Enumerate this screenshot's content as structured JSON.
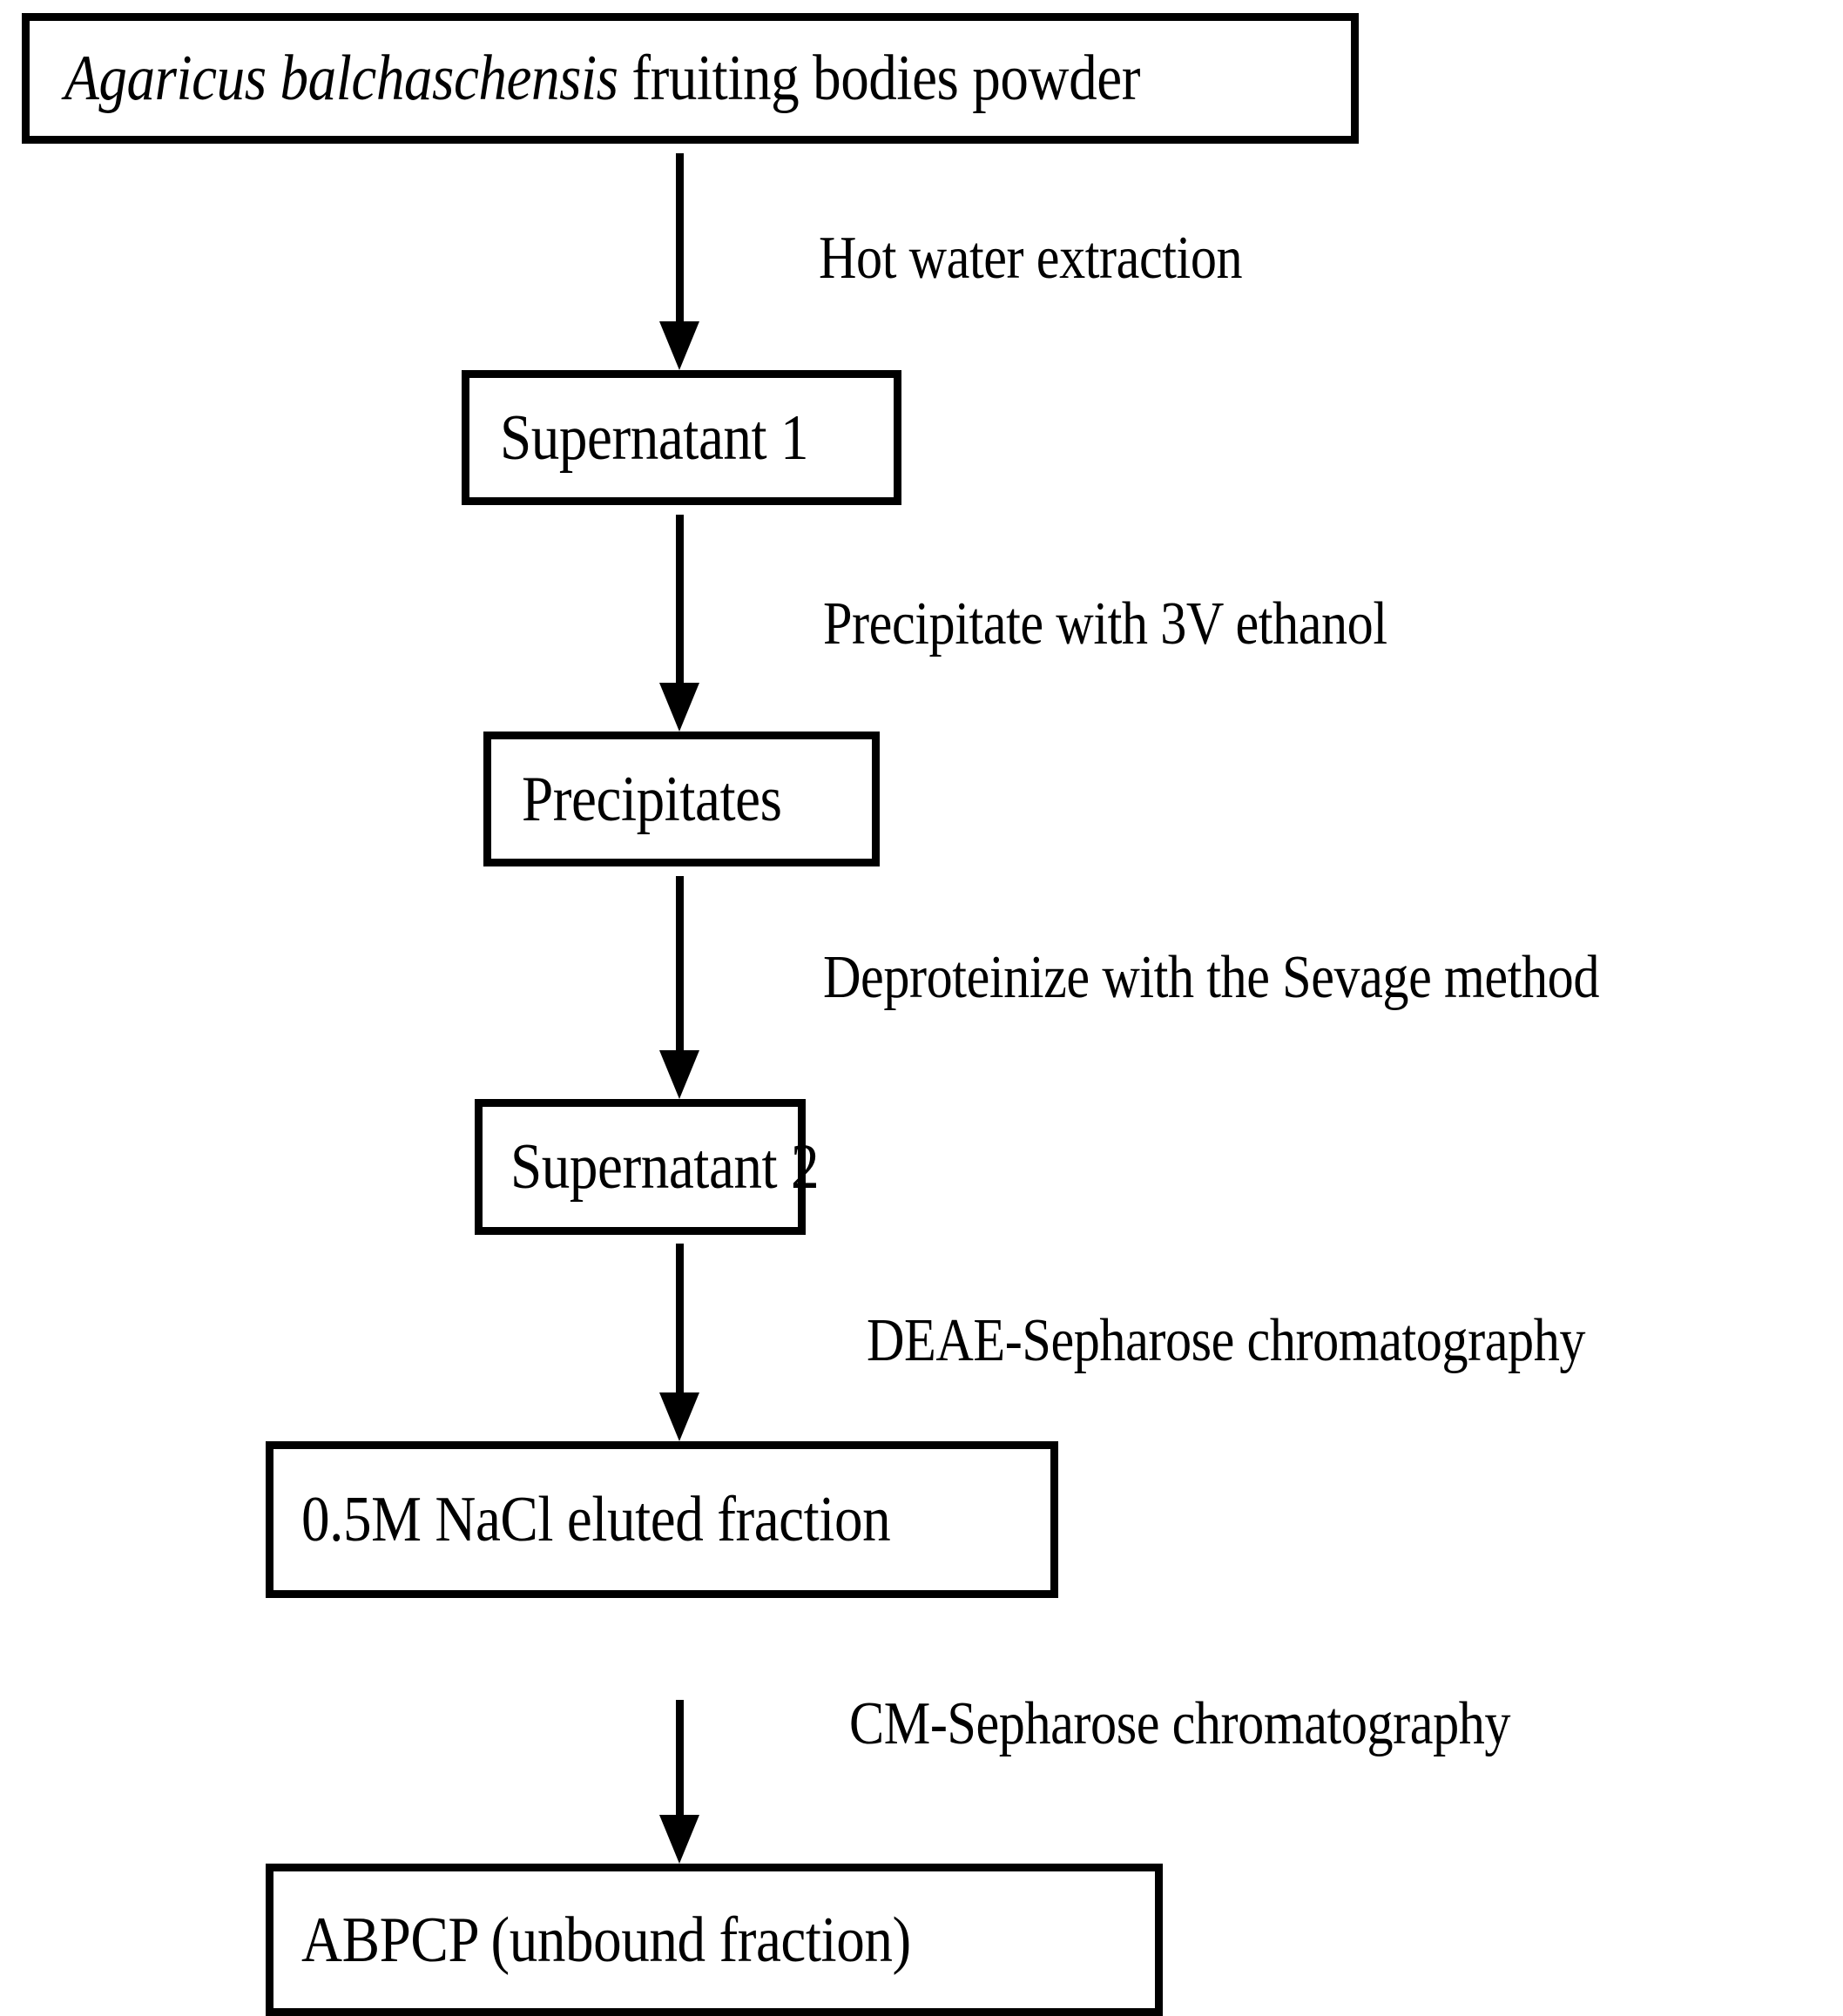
{
  "diagram": {
    "title": "Extraction and purification flowchart of ABPCP",
    "type": "flowchart",
    "orientation": "top-to-bottom",
    "colors": {
      "background": "#ffffff",
      "stroke": "#000000",
      "text": "#000000"
    },
    "nodes": [
      {
        "id": "source",
        "label_species": "Agaricus balchaschensis",
        "label_rest": " fruiting bodies powder",
        "label_full": "Agaricus balchaschensis fruiting bodies powder"
      },
      {
        "id": "supernatant-1",
        "label": "Supernatant 1"
      },
      {
        "id": "precipitates",
        "label": "Precipitates"
      },
      {
        "id": "supernatant-2",
        "label": "Supernatant 2"
      },
      {
        "id": "nacl-fraction",
        "label": "0.5M NaCl eluted fraction"
      },
      {
        "id": "abpcp",
        "label": "ABPCP (unbound fraction)"
      }
    ],
    "edges": [
      {
        "id": "edge-1",
        "from": "source",
        "to": "supernatant-1",
        "label": "Hot water extraction"
      },
      {
        "id": "edge-2",
        "from": "supernatant-1",
        "to": "precipitates",
        "label": "Precipitate with 3V ethanol"
      },
      {
        "id": "edge-3",
        "from": "precipitates",
        "to": "supernatant-2",
        "label": "Deproteinize with the Sevage method"
      },
      {
        "id": "edge-4",
        "from": "supernatant-2",
        "to": "nacl-fraction",
        "label": "DEAE-Sepharose chromatography"
      },
      {
        "id": "edge-5",
        "from": "nacl-fraction",
        "to": "abpcp",
        "label": "CM-Sepharose chromatography"
      }
    ]
  }
}
